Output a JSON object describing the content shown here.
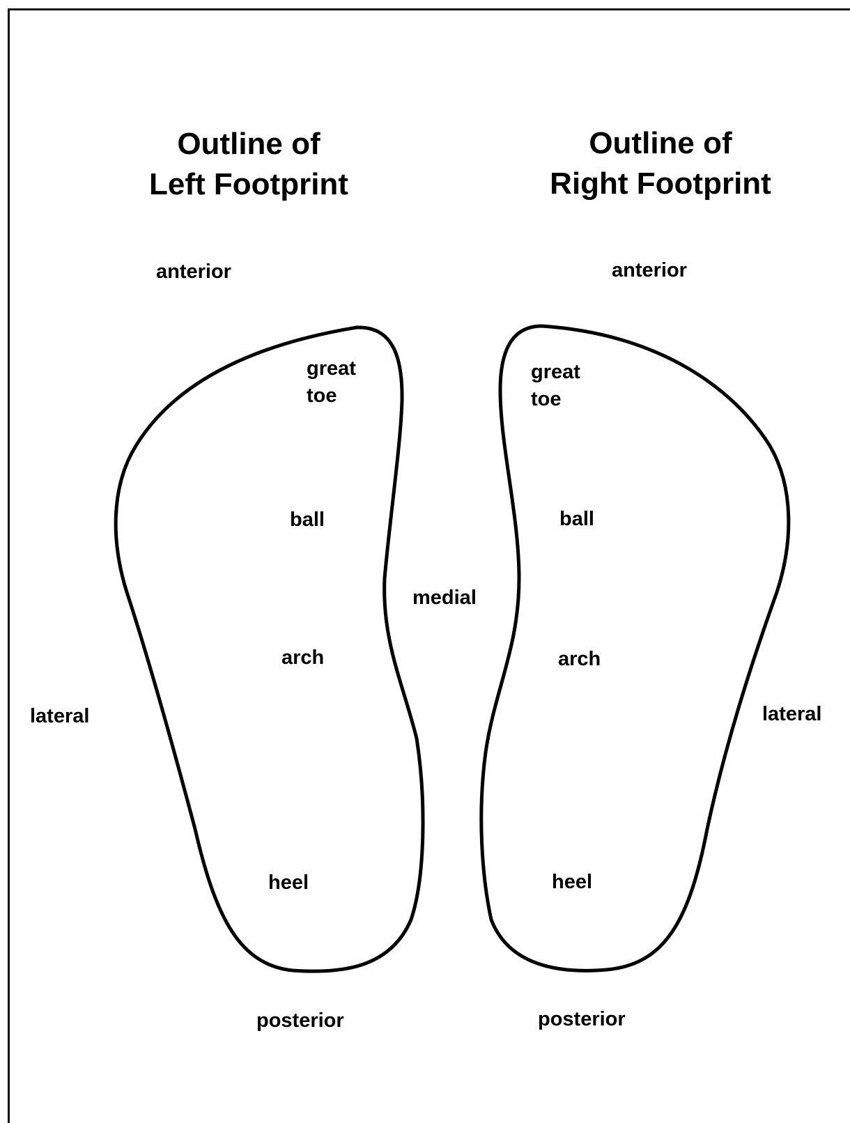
{
  "left_panel": {
    "title_line1": "Outline of",
    "title_line2": "Left Footprint",
    "anterior": "anterior",
    "great_toe_line1": "great",
    "great_toe_line2": "toe",
    "ball": "ball",
    "arch": "arch",
    "heel": "heel",
    "lateral": "lateral",
    "posterior": "posterior"
  },
  "right_panel": {
    "title_line1": "Outline of",
    "title_line2": "Right Footprint",
    "anterior": "anterior",
    "great_toe_line1": "great",
    "great_toe_line2": "toe",
    "ball": "ball",
    "arch": "arch",
    "heel": "heel",
    "lateral": "lateral",
    "posterior": "posterior"
  },
  "center": {
    "medial": "medial"
  },
  "colors": {
    "outline": "#000000",
    "background": "#ffffff"
  }
}
